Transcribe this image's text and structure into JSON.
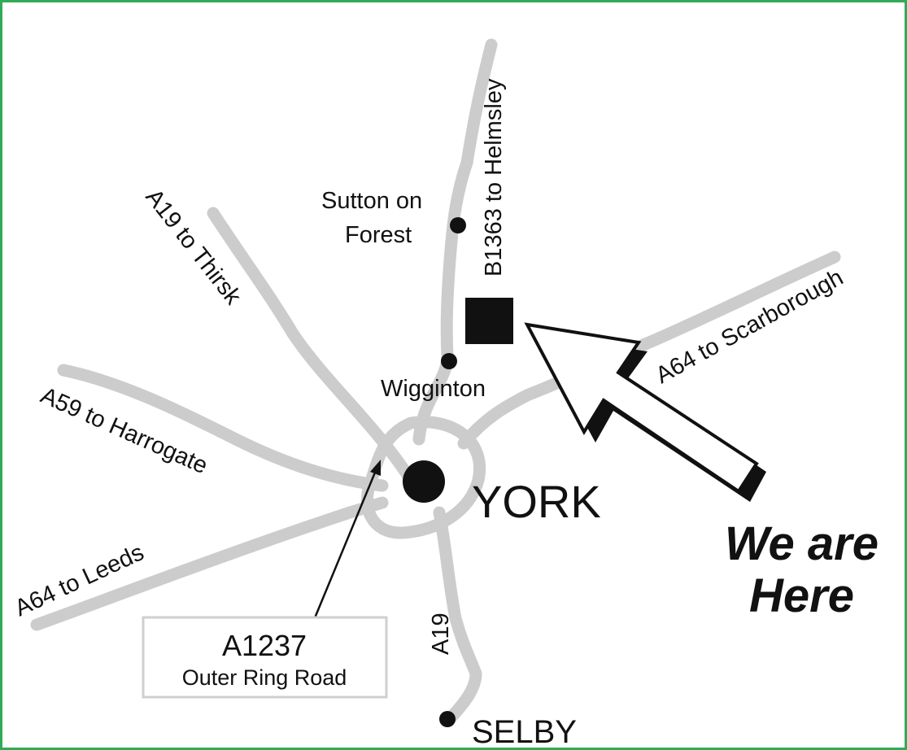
{
  "map": {
    "colors": {
      "frame": "#33aa55",
      "road": "#cccccc",
      "ink": "#111111",
      "box_border": "#cfcfcf"
    },
    "road_labels": {
      "a19_thirsk": "A19 to Thirsk",
      "b1363_helmsley": "B1363  to Helmsley",
      "a64_scarborough": "A64 to Scarborough",
      "a59_harrogate": "A59 to Harrogate",
      "a64_leeds": "A64 to Leeds",
      "a19": "A19"
    },
    "places": {
      "sutton_line1": "Sutton on",
      "sutton_line2": "Forest",
      "wigginton": "Wigginton",
      "york": "YORK",
      "selby": "SELBY"
    },
    "ring_road_box": {
      "code": "A1237",
      "name": "Outer Ring Road"
    },
    "callout": {
      "line1": "We are",
      "line2": "Here"
    }
  }
}
